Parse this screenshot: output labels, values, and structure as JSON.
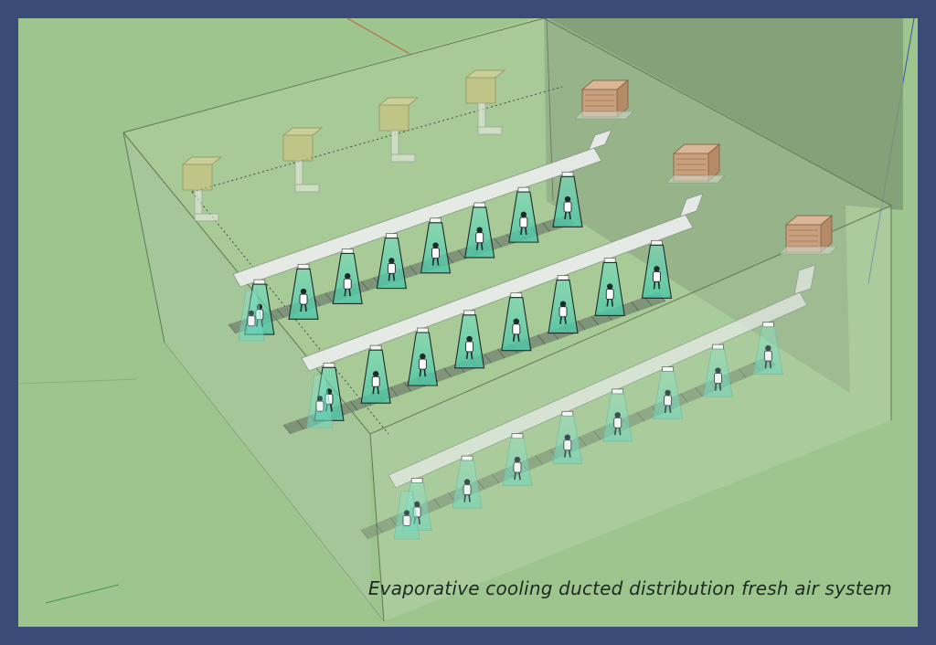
{
  "caption": "Evaporative cooling ducted distribution fresh air system",
  "colors": {
    "page_border": "#3b4b78",
    "ground": "#9ec58d",
    "building_fill": "#b5cfa8",
    "duct": "#e9ecea",
    "cooler_unit": "#c9a07d",
    "air_cone": "#5fcfb0",
    "worker": "#1c2a2a"
  },
  "elements": {
    "cooler_units_per_line": 1,
    "production_lines": 3,
    "outlets_per_line": 8,
    "inactive_units": 4
  }
}
